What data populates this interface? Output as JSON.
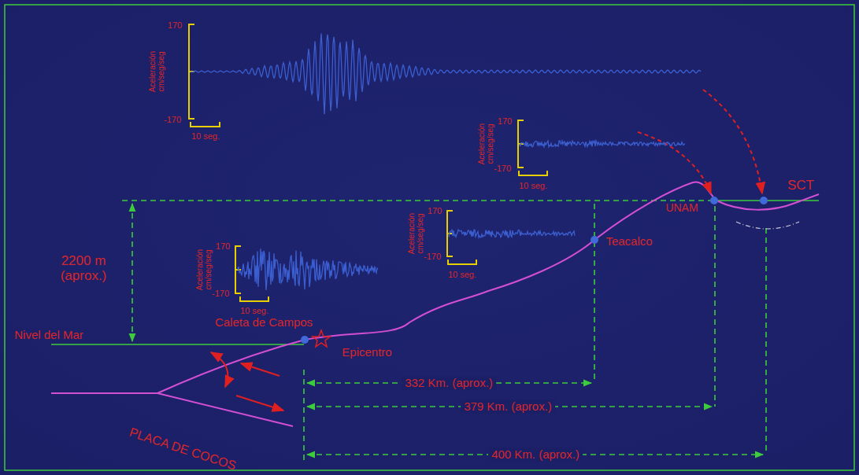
{
  "diagram": {
    "labels": [
      "170",
      "-170",
      "Aceleración cm/seg/seg",
      "10 seg.",
      "170",
      "-170",
      "Aceleración cm/seg/seg",
      "10 seg.",
      "170",
      "-170",
      "Aceleración cm/seg/seg",
      "10 seg.",
      "170",
      "-170",
      "Aceleración cm/seg/seg",
      "10 seg.",
      "SCT",
      "UNAM",
      "Teacalco",
      "2200 m (aprox.)",
      "Nivel del Mar",
      "Caleta de Campos",
      "Epicentro",
      "PLACA DE COCOS",
      "332 Km. (aprox.)",
      "379 Km. (aprox.)",
      "400 Km. (aprox.)"
    ]
  }
}
